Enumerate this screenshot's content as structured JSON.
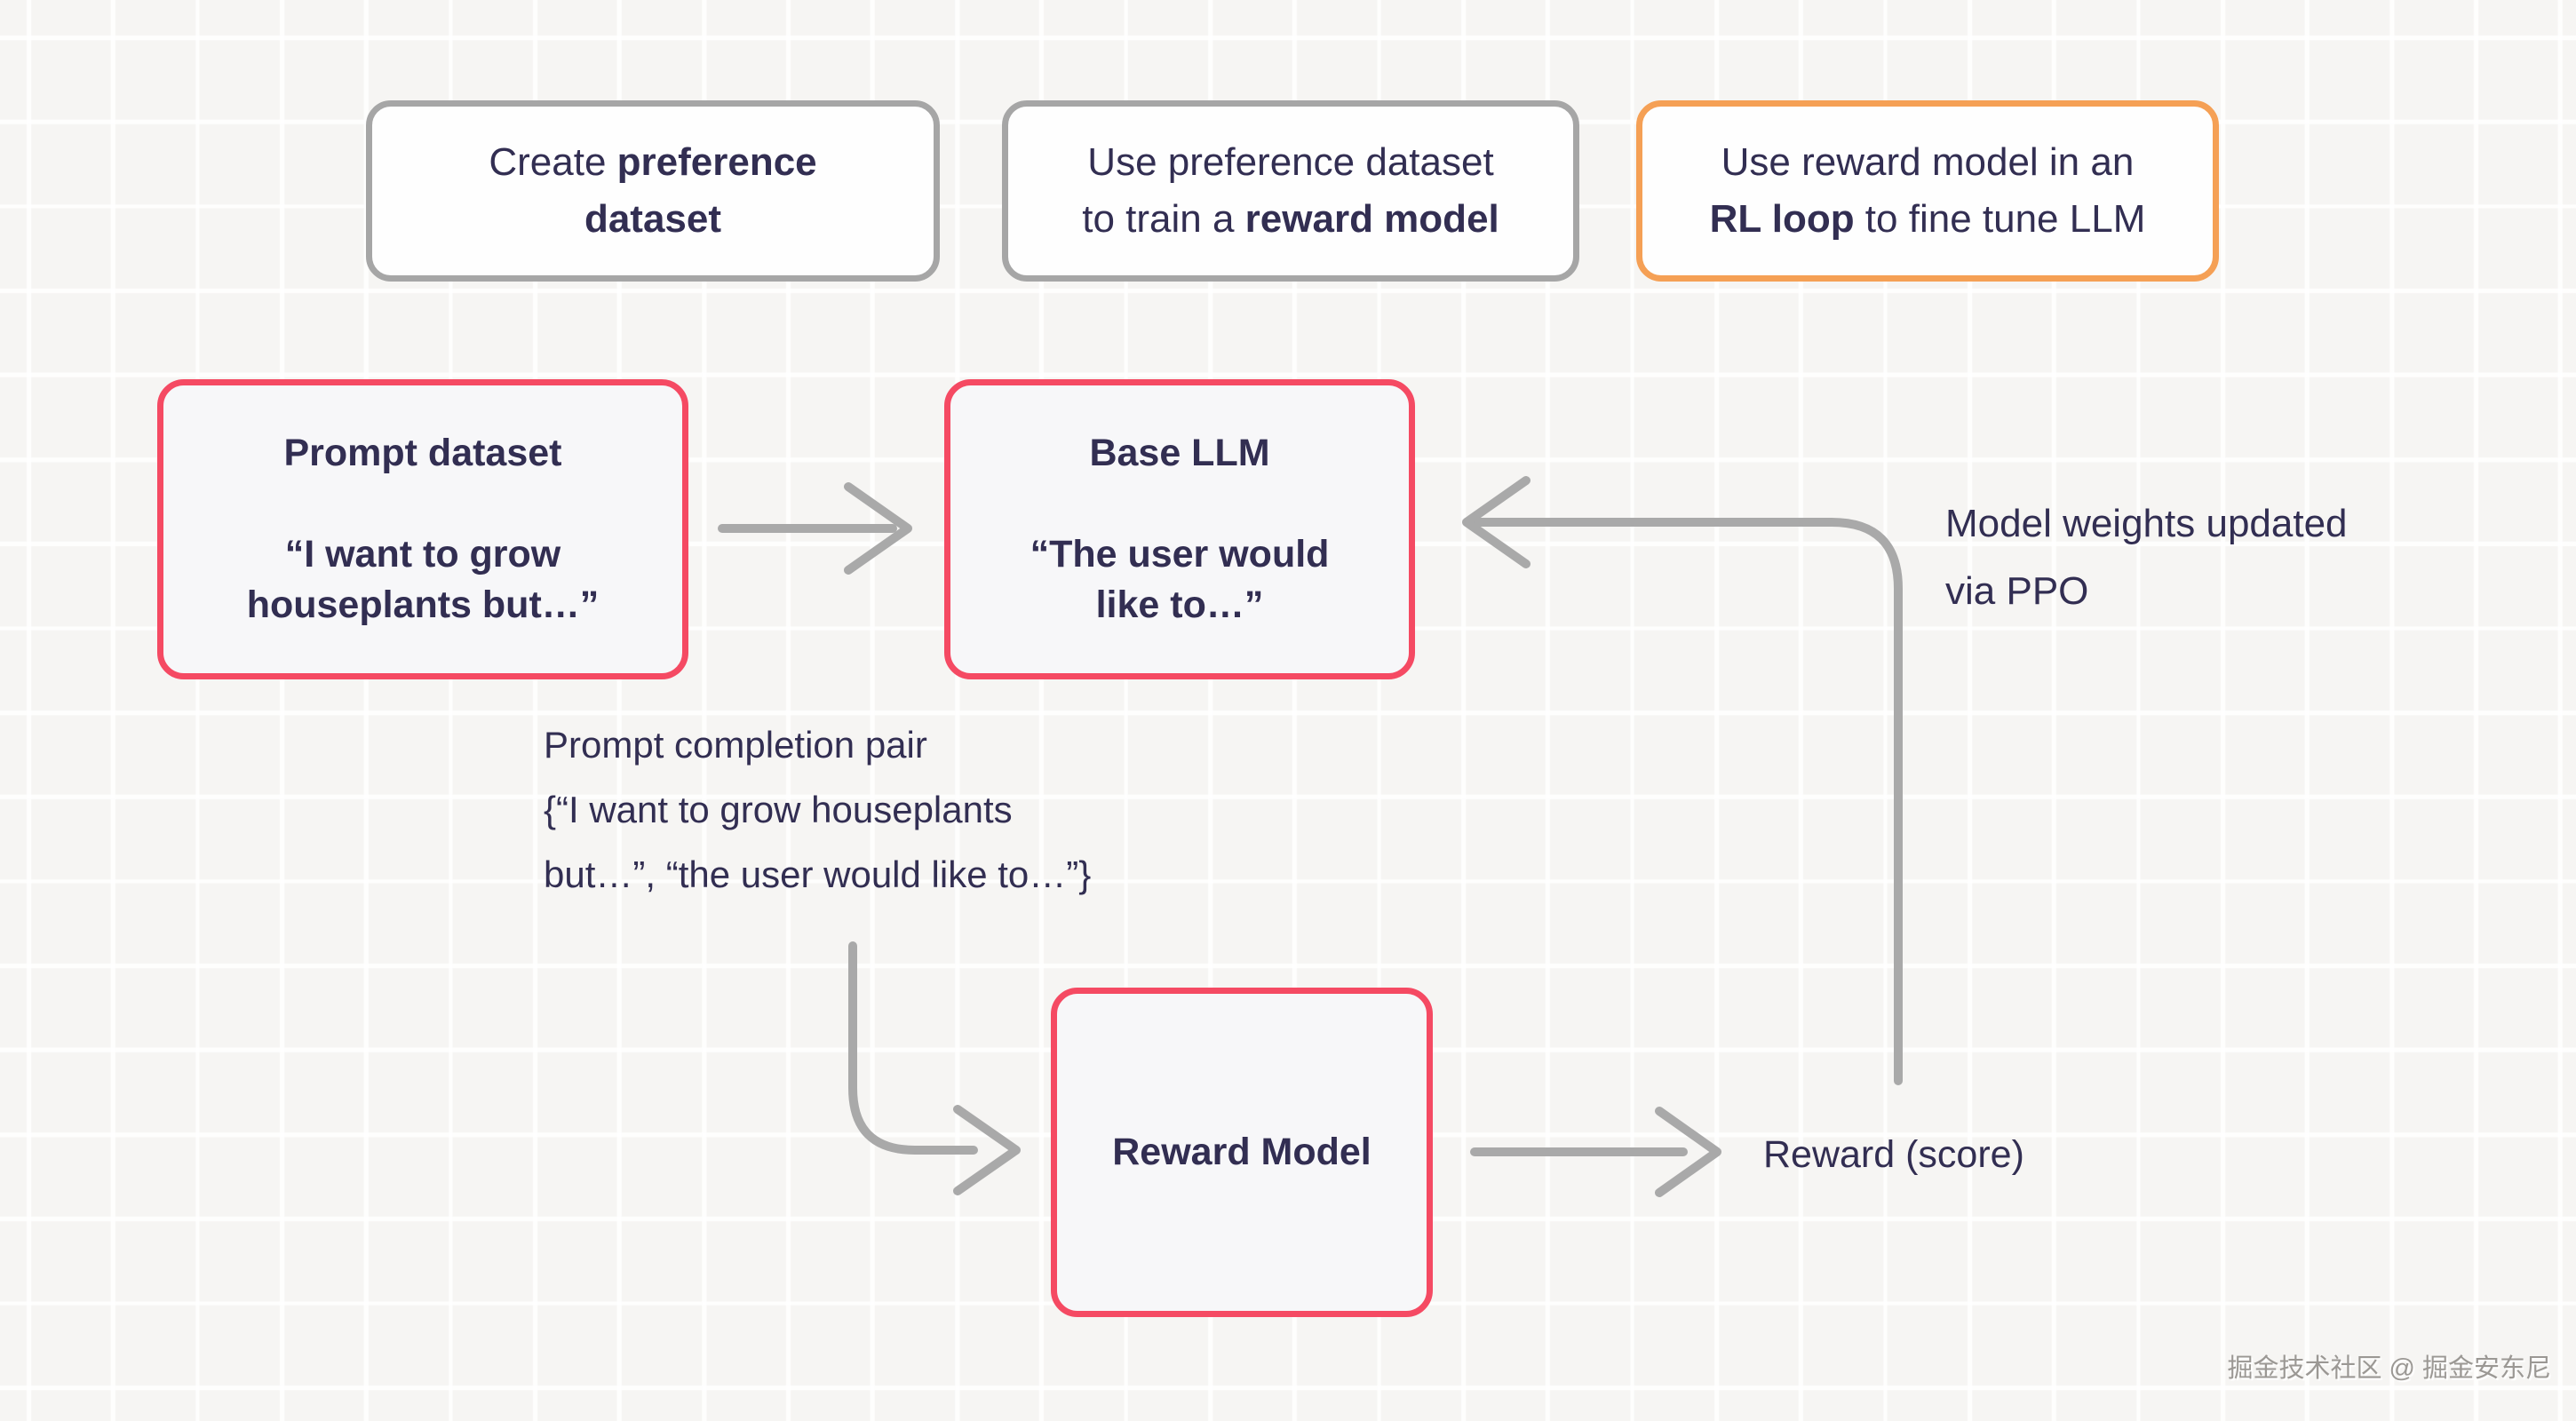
{
  "steps": {
    "step1": {
      "pre": "Create ",
      "bold": "preference\ndataset",
      "post": ""
    },
    "step2": {
      "pre": "Use preference dataset\nto train a ",
      "bold": "reward model",
      "post": ""
    },
    "step3": {
      "pre": "Use reward model in an\n",
      "bold": "RL loop",
      "post": " to fine tune LLM"
    }
  },
  "nodes": {
    "prompt_dataset": "Prompt dataset\n\n“I want to grow\nhouseplants but…”",
    "base_llm": "Base LLM\n\n“The user would\nlike to…”",
    "reward_model": "Reward Model"
  },
  "labels": {
    "completion_pair": "Prompt completion pair\n{“I want to grow houseplants\nbut…”, “the user would like to…”}",
    "model_weights": "Model weights updated\nvia PPO",
    "reward_score": "Reward (score)"
  },
  "watermark": "掘金技术社区 @ 掘金安东尼",
  "colors": {
    "text": "#322e52",
    "gray_border": "#a6a6a6",
    "orange_border": "#f5a055",
    "red_border": "#f54a63",
    "arrow": "#a9a9a9",
    "step_fill": "#fefefe",
    "node_fill": "#f7f7f9",
    "background": "#f6f5f3",
    "watermark": "#9b9894"
  }
}
